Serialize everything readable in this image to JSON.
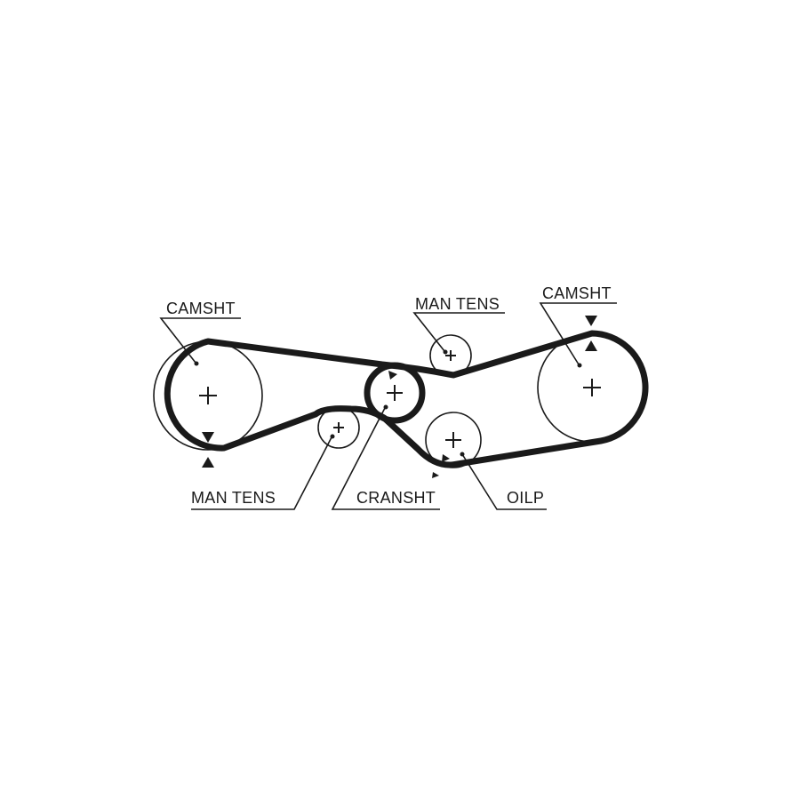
{
  "labels": {
    "camshaft_left": "CAMSHT",
    "camshaft_right": "CAMSHT",
    "tensioner_top": "MAN TENS",
    "tensioner_bottom": "MAN TENS",
    "crankshaft": "CRANSHT",
    "oil_pump": "OILP"
  },
  "colors": {
    "line": "#1a1a1a",
    "background": "#ffffff"
  }
}
